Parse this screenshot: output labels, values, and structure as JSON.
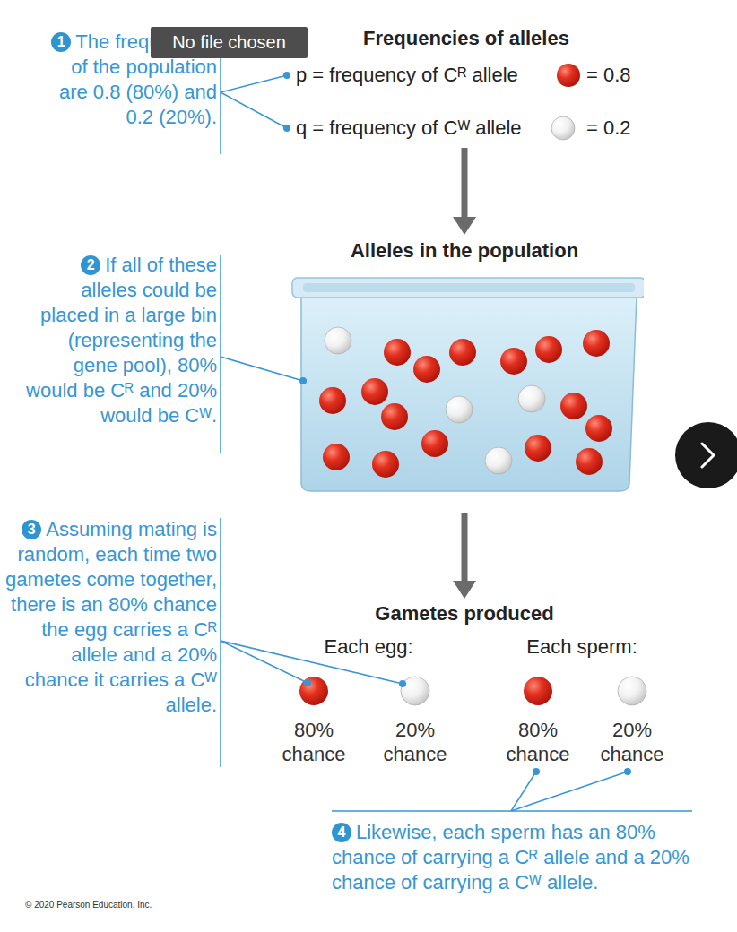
{
  "diagram": {
    "nodes": [
      {
        "text": [
          "Frequencies of alleles",
          "p = frequency of Cᴿ allele",
          "= 0.8",
          "q = frequency of Cᵂ allele",
          "= 0.2"
        ]
      },
      {
        "text": [
          "Alleles in the population"
        ]
      },
      {
        "text": [
          "Gametes produced",
          "Each egg:",
          "Each sperm:",
          "80% chance",
          "20% chance",
          "80% chance",
          "20% chance"
        ]
      }
    ],
    "edges": [
      {
        "from": 0,
        "to": 1,
        "arrow": "to"
      },
      {
        "from": 1,
        "to": 2,
        "arrow": "to"
      }
    ],
    "labels": [
      "1",
      "The frequencies of the population are 0.8 (80%) and 0.2 (20%).",
      "No file chosen",
      "2",
      "If all of these alleles could be placed in a large bin (representing the gene pool), 80% would be Cᴿ and 20% would be Cᵂ.",
      "3",
      "Assuming mating is random, each time two gametes come together, there is an 80% chance the egg carries a Cᴿ allele and a 20% chance it carries a Cᵂ allele.",
      "4",
      "Likewise, each sperm has an 80% chance of carrying a Cᴿ allele and a 20% chance of carrying a Cᵂ allele.",
      "© 2020 Pearson Education, Inc."
    ]
  }
}
